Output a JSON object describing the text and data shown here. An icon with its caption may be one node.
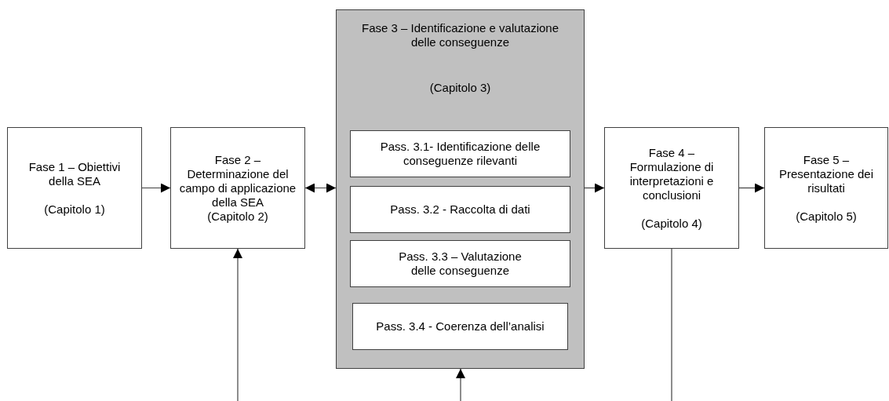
{
  "diagram": {
    "nodes": [
      {
        "text": [
          "Fase 1 – Obiettivi della SEA",
          "(Capitolo 1)"
        ]
      },
      {
        "text": [
          "Fase 2 – Determinazione del campo di applicazione della SEA",
          "(Capitolo 2)"
        ]
      },
      {
        "text": [
          "Fase 3 – Identificazione e valutazione delle conseguenze",
          "(Capitolo 3)"
        ]
      },
      {
        "text": [
          "Pass. 3.1- Identificazione delle conseguenze rilevanti"
        ],
        "in": 2
      },
      {
        "text": [
          "Pass. 3.2 - Raccolta di dati"
        ],
        "in": 2
      },
      {
        "text": [
          "Pass. 3.3 – Valutazione delle conseguenze"
        ],
        "in": 2
      },
      {
        "text": [
          "Pass. 3.4 -  Coerenza dell’analisi"
        ],
        "in": 2
      },
      {
        "text": [
          "Fase 4 – Formulazione di interpretazioni e conclusioni",
          "(Capitolo 4)"
        ]
      },
      {
        "text": [
          "Fase 5 – Presentazione dei risultati",
          "(Capitolo 5)"
        ]
      }
    ],
    "edges": [
      {
        "from": 0,
        "to": 1,
        "arrow": "to"
      },
      {
        "from": 1,
        "to": 2,
        "arrow": "both"
      },
      {
        "from": 2,
        "to": 7,
        "arrow": "to"
      },
      {
        "from": 7,
        "to": 8,
        "arrow": "to"
      },
      {
        "from": null,
        "to": 1,
        "arrow": "to"
      },
      {
        "from": null,
        "to": 2,
        "arrow": "to"
      },
      {
        "from": 7,
        "to": null,
        "arrow": "none"
      }
    ]
  }
}
